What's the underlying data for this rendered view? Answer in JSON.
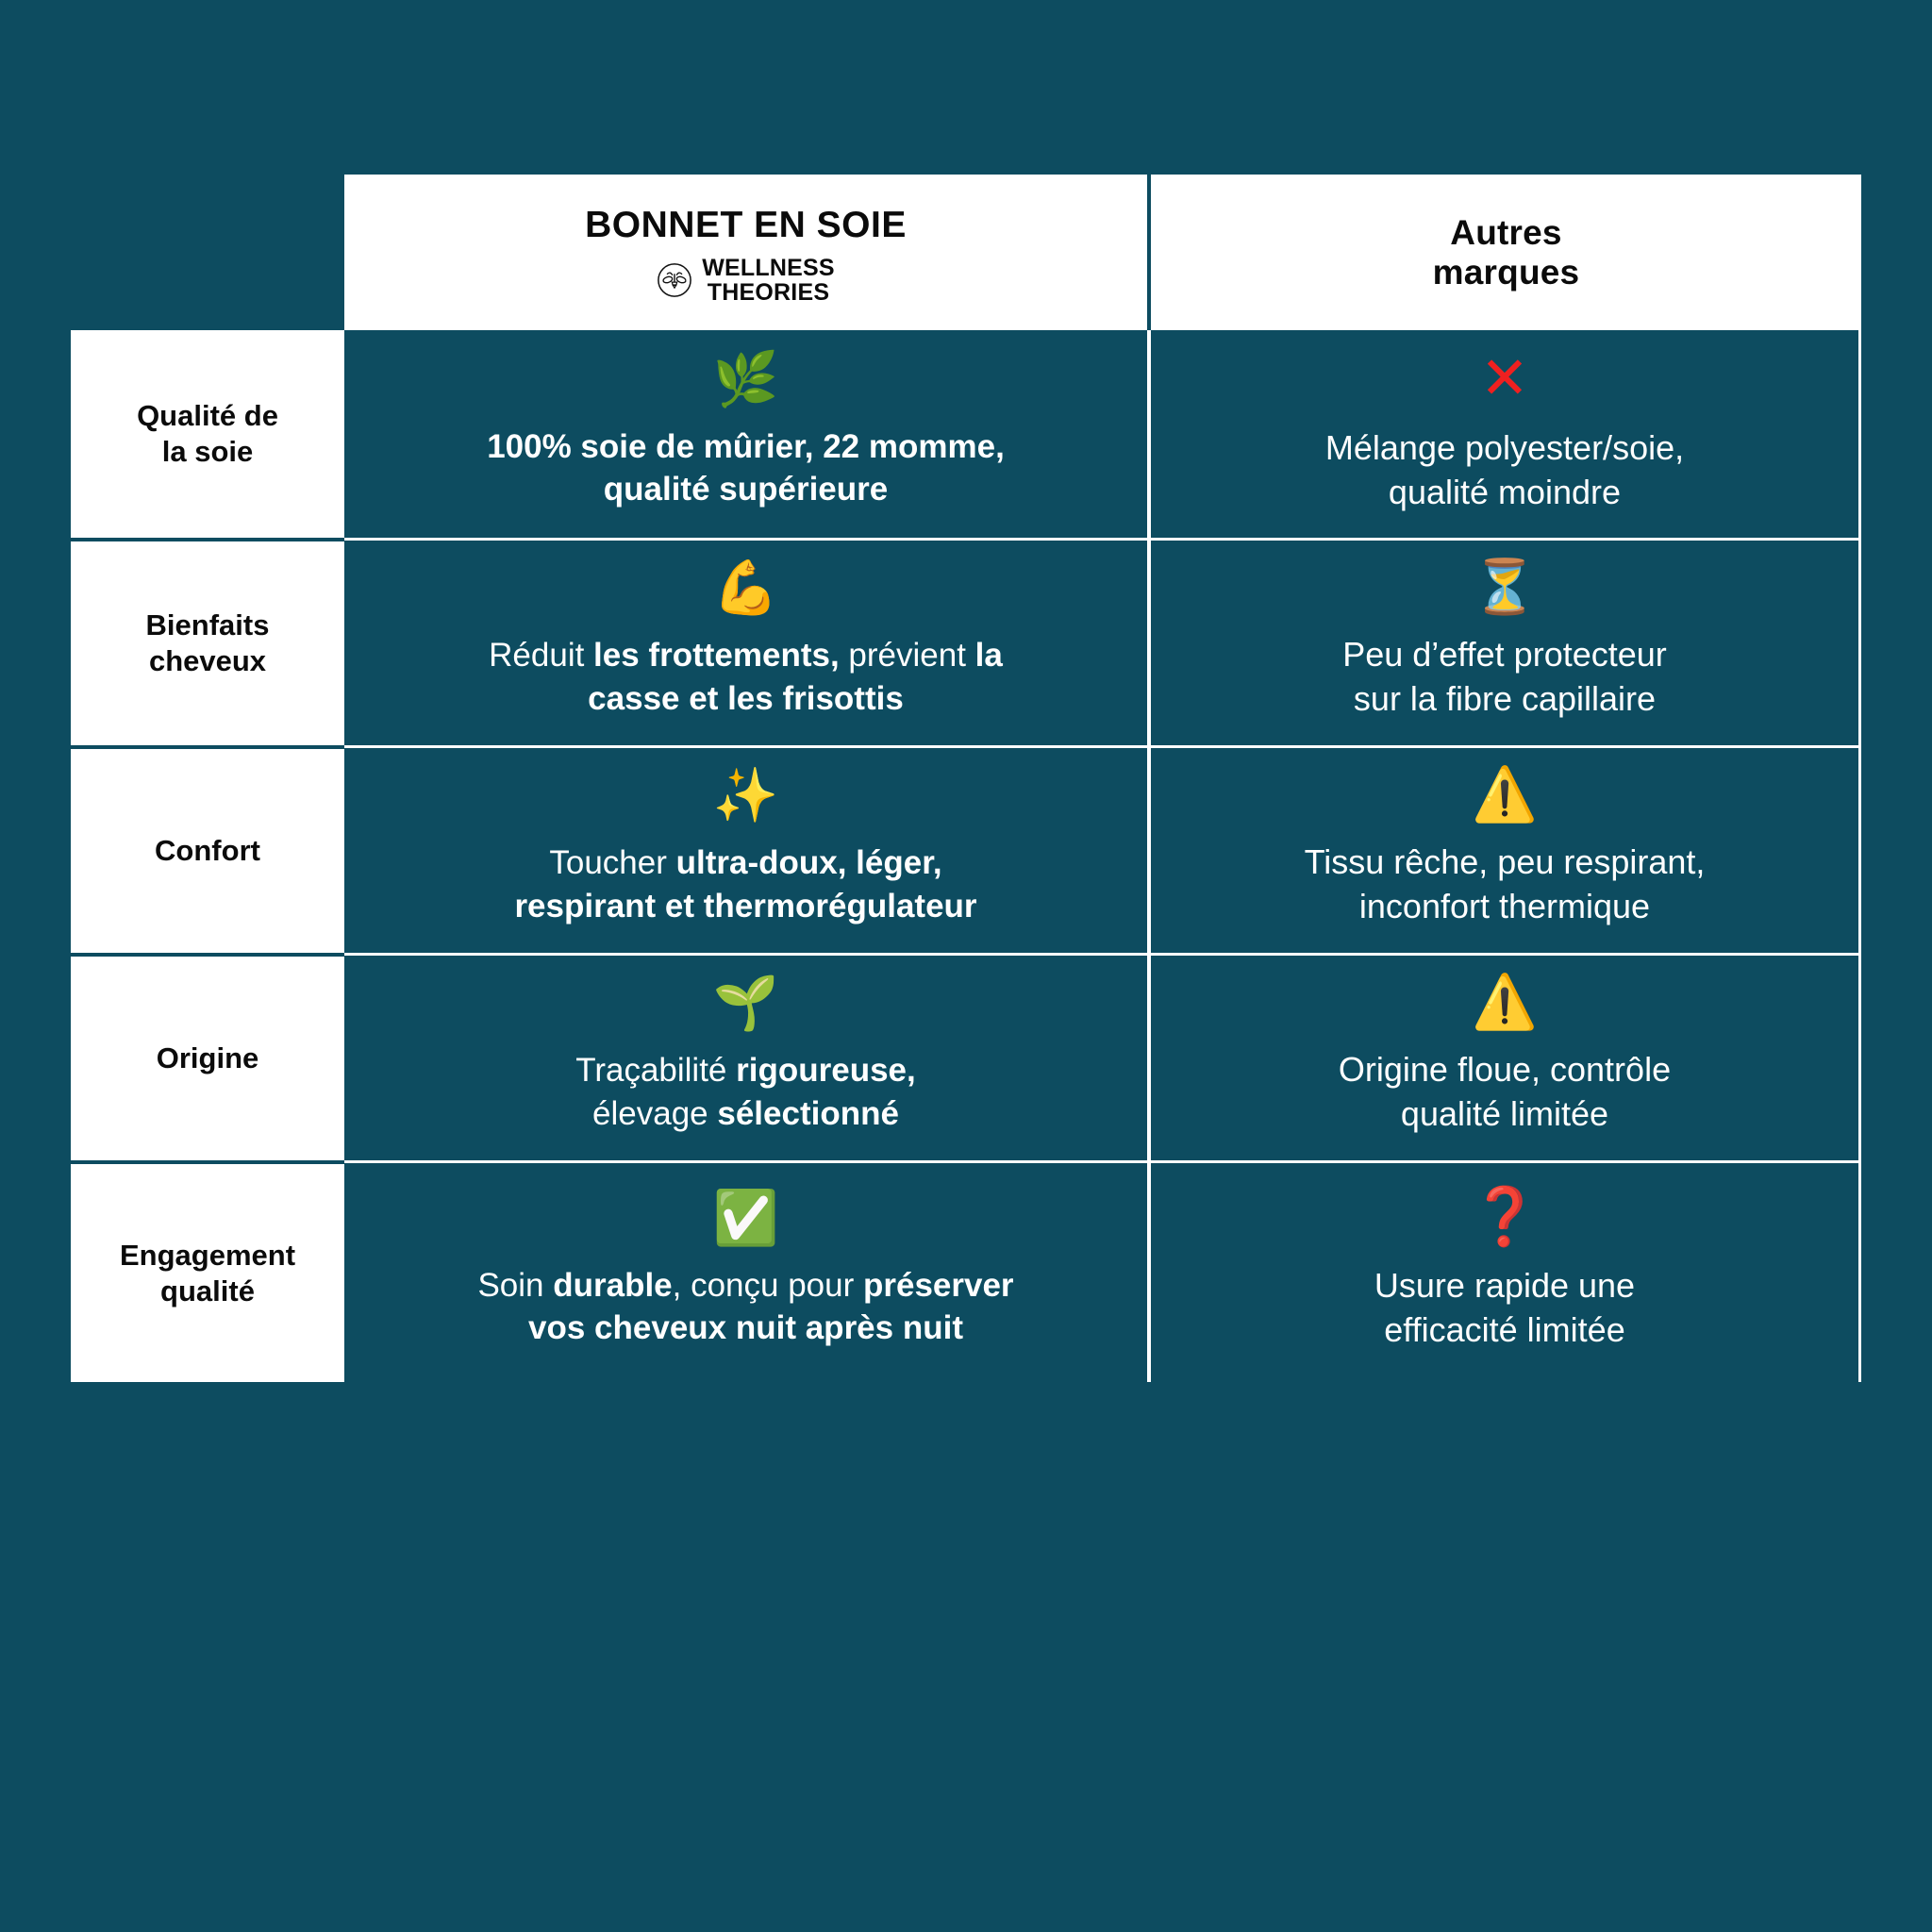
{
  "theme": {
    "background": "#0d4c60",
    "panel_white": "#ffffff",
    "text_dark": "#0b0b0b",
    "text_light": "#ffffff",
    "red": "#ef2020",
    "red_question": "#e00d1a"
  },
  "header": {
    "corner_label": "",
    "ours": {
      "title": "BONNET EN SOIE",
      "logo_icon": "bee-emblem-icon",
      "logo_line1": "WELLNESS",
      "logo_line2": "THEORIES"
    },
    "others": {
      "title_line1": "Autres",
      "title_line2": "marques"
    }
  },
  "rows": [
    {
      "label": "Qualité de\nla soie",
      "label_line1": "Qualité de",
      "label_line2": "la soie",
      "ours": {
        "emoji": "🌿",
        "emoji_name": "herb-icon",
        "text_plain": "100% soie de mûrier, 22 momme, qualité supérieure",
        "text_html": "100% soie de mûrier, 22 momme,<br>qualité supérieure",
        "bold": true
      },
      "theirs": {
        "emoji": "✕",
        "emoji_name": "red-cross-icon",
        "text_plain": "Mélange polyester/soie, qualité moindre",
        "text_html": "Mélange polyester/soie,<br>qualité moindre"
      }
    },
    {
      "label": "Bienfaits cheveux",
      "label_line1": "Bienfaits",
      "label_line2": "cheveux",
      "ours": {
        "emoji": "💪",
        "emoji_name": "flexed-biceps-icon",
        "text_plain": "Réduit les frottements, prévient la casse et les frisottis",
        "text_html": "Réduit <b>les frottements,</b> prévient <b>la<br>casse et les frisottis</b>",
        "bold": false
      },
      "theirs": {
        "emoji": "⏳",
        "emoji_name": "hourglass-icon",
        "text_plain": "Peu d’effet protecteur sur la fibre capillaire",
        "text_html": "Peu d’effet protecteur<br>sur la fibre capillaire"
      }
    },
    {
      "label": "Confort",
      "label_line1": "Confort",
      "label_line2": "",
      "ours": {
        "emoji": "✨",
        "emoji_name": "sparkles-icon",
        "text_plain": "Toucher ultra-doux, léger, respirant et thermorégulateur",
        "text_html": "Toucher <b>ultra-doux, léger,<br>respirant et thermorégulateur</b>",
        "bold": false
      },
      "theirs": {
        "emoji": "⚠️",
        "emoji_name": "warning-triangle-icon",
        "text_plain": "Tissu rêche, peu respirant, inconfort thermique",
        "text_html": "Tissu rêche, peu respirant,<br>inconfort thermique"
      }
    },
    {
      "label": "Origine",
      "label_line1": "Origine",
      "label_line2": "",
      "ours": {
        "emoji": "🌱",
        "emoji_name": "seedling-icon",
        "text_plain": "Traçabilité rigoureuse, élevage sélectionné",
        "text_html": "Traçabilité <b>rigoureuse,</b><br>élevage <b>sélectionné</b>",
        "bold": false
      },
      "theirs": {
        "emoji": "⚠️",
        "emoji_name": "warning-triangle-icon",
        "text_plain": "Origine floue, contrôle qualité limitée",
        "text_html": "Origine floue, contrôle<br>qualité limitée"
      }
    },
    {
      "label": "Engagement qualité",
      "label_line1": "Engagement",
      "label_line2": "qualité",
      "ours": {
        "emoji": "✅",
        "emoji_name": "check-mark-button-icon",
        "text_plain": "Soin durable, conçu pour préserver vos cheveux nuit après nuit",
        "text_html": "Soin <b>durable</b>, conçu pour <b>préserver<br>vos cheveux nuit après nuit</b>",
        "bold": false
      },
      "theirs": {
        "emoji": "❓",
        "emoji_name": "red-question-mark-icon",
        "text_plain": "Usure rapide une efficacité limitée",
        "text_html": "Usure rapide une<br>efficacité limitée"
      }
    }
  ]
}
